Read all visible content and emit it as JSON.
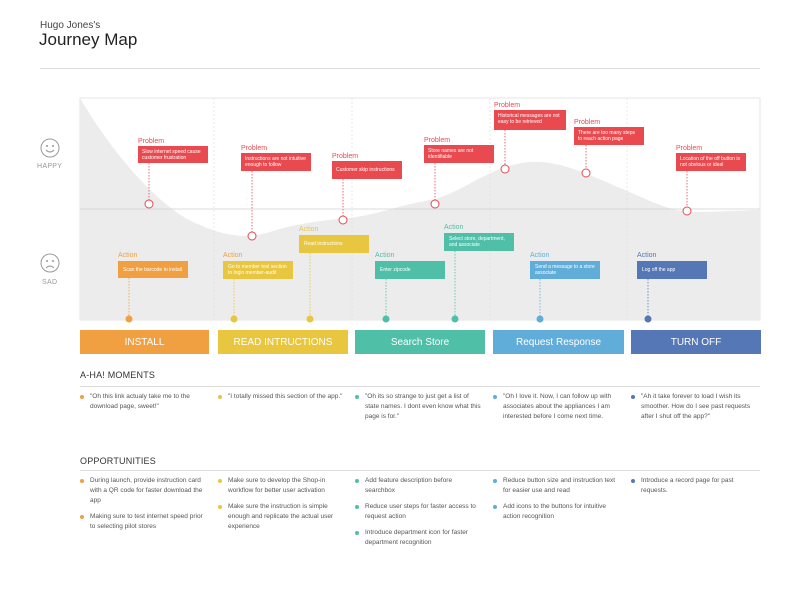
{
  "header": {
    "subtitle": "Hugo Jones's",
    "title": "Journey Map"
  },
  "moods": {
    "happy": {
      "label": "HAPPY",
      "icon": "happy-face-icon"
    },
    "sad": {
      "label": "SAD",
      "icon": "sad-face-icon"
    }
  },
  "colors": {
    "problem": "#e84a4f",
    "install": "#f0a041",
    "read": "#e8c640",
    "search": "#4fbfa8",
    "request": "#61add9",
    "turnoff": "#5577b5",
    "curve_fill": "#ececec"
  },
  "stages": [
    {
      "label": "INSTALL",
      "color": "#f0a041"
    },
    {
      "label": "READ INTRUCTIONS",
      "color": "#e8c640"
    },
    {
      "label": "Search Store",
      "color": "#4fbfa8"
    },
    {
      "label": "Request Response",
      "color": "#61add9"
    },
    {
      "label": "TURN OFF",
      "color": "#5577b5"
    }
  ],
  "problems": [
    {
      "label": "Problem",
      "text": "Slow internet speed cause customer frustration"
    },
    {
      "label": "Problem",
      "text": "Instructions are  not intuitive enough to follow"
    },
    {
      "label": "Problem",
      "text": "Customer skip instructions"
    },
    {
      "label": "Problem",
      "text": "Store names are not identifiable"
    },
    {
      "label": "Problem",
      "text": "Historical messages are not easy to be retrieved"
    },
    {
      "label": "Problem",
      "text": "There are too many steps to reach action page"
    },
    {
      "label": "Problem",
      "text": "Location of the off button is not obvious or ideal"
    }
  ],
  "actions": [
    {
      "label": "Action",
      "text": "Scan the barcode to install",
      "color": "#f0a041"
    },
    {
      "label": "Action",
      "text": "Go to member tool section to login member-audit",
      "color": "#e8c640"
    },
    {
      "label": "Action",
      "text": "Read instructions",
      "color": "#e8c640"
    },
    {
      "label": "Action",
      "text": "Enter zipcode",
      "color": "#4fbfa8"
    },
    {
      "label": "Action",
      "text": "Select store, department, and associate",
      "color": "#4fbfa8"
    },
    {
      "label": "Action",
      "text": "Send a message to a store associate",
      "color": "#61add9"
    },
    {
      "label": "Action",
      "text": "Log off the app",
      "color": "#5577b5"
    }
  ],
  "aha": {
    "heading": "A-HA! MOMENTS",
    "items": [
      {
        "text": "\"Oh this link actualy take me to the download page, sweet!\"",
        "color": "#f0a041"
      },
      {
        "text": "\"I totally missed this section of the app.\"",
        "color": "#e8c640"
      },
      {
        "text": "\"Oh its so strange to just get a list of state names. I dont even know what this page is for.\"",
        "color": "#4fbfa8"
      },
      {
        "text": "\"Oh I love it.  Now, I can follow up with associates about the appliances I am interested before I come next time.",
        "color": "#61add9"
      },
      {
        "text": "\"Ah it take forever to load I wish its smoother. How do I see past requests after I shut off the app?\"",
        "color": "#5577b5"
      }
    ]
  },
  "opportunities": {
    "heading": "OPPORTUNITIES",
    "columns": [
      {
        "color": "#f0a041",
        "items": [
          "During launch, provide instruction card with a QR code for faster download the app",
          "Making sure to test internet speed prior to selecting pilot stores"
        ]
      },
      {
        "color": "#e8c640",
        "items": [
          "Make sure to develop the Shop-in workflow for better user activation",
          "Make sure the instruction is simple enough and replicate the actual user experience"
        ]
      },
      {
        "color": "#4fbfa8",
        "items": [
          "Add feature description before searchbox",
          "Reduce user steps for faster access to request action",
          "Introduce department icon for faster department recognition"
        ]
      },
      {
        "color": "#61add9",
        "items": [
          "Reduce button size and instruction text for easier use and read",
          "Add icons to the buttons for intuitive action recognition"
        ]
      },
      {
        "color": "#5577b5",
        "items": [
          "Introduce a record page for past requests."
        ]
      }
    ]
  }
}
